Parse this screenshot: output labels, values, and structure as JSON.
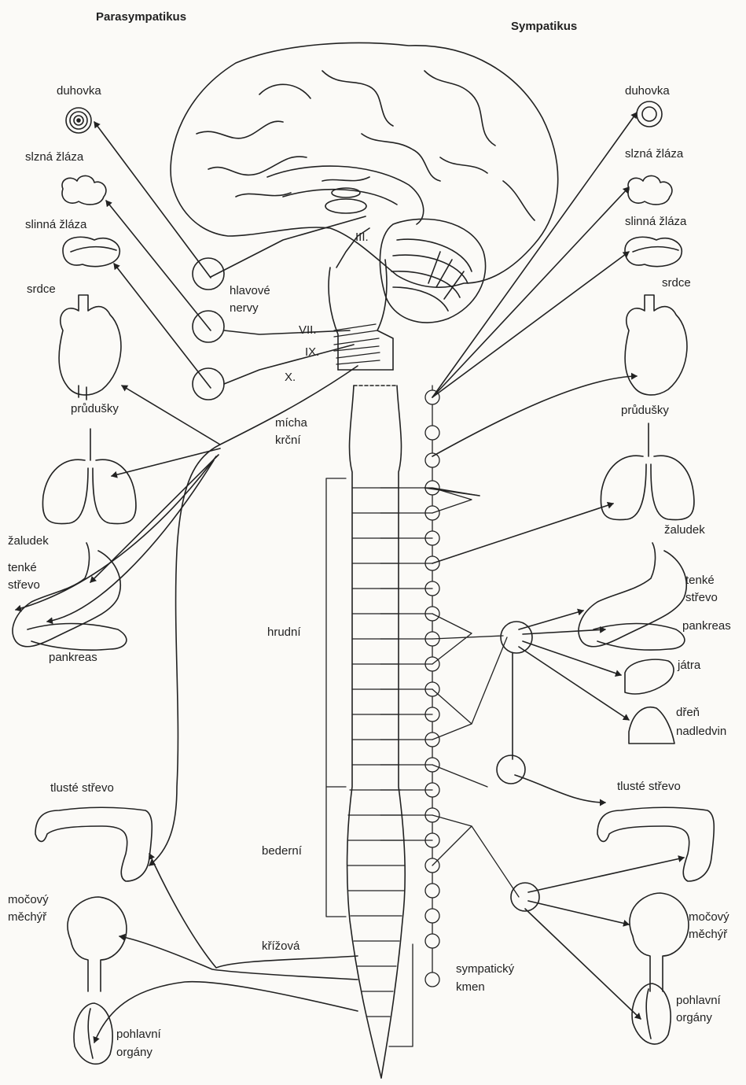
{
  "headers": {
    "left": "Parasympatikus",
    "right": "Sympatikus"
  },
  "cranial_nerves": {
    "III": "III.",
    "VII": "VII.",
    "IX": "IX.",
    "X": "X."
  },
  "labels": {
    "hlavove_nervy": [
      "hlavové",
      "nervy"
    ],
    "micha_krcni": [
      "mícha",
      "krční"
    ],
    "hrudni": "hrudní",
    "bederni": "bederní",
    "krizova": "křížová",
    "sympaticky_kmen": [
      "sympatický",
      "kmen"
    ]
  },
  "left_organs": {
    "duhovka": "duhovka",
    "slzna": "slzná žláza",
    "slinna": "slinná žláza",
    "srdce": "srdce",
    "prudusky": "průdušky",
    "zaludek": "žaludek",
    "tenke": [
      "tenké",
      "střevo"
    ],
    "pankreas": "pankreas",
    "tluste": "tlusté střevo",
    "mocovy": [
      "močový",
      "měchýř"
    ],
    "pohlavni": [
      "pohlavní",
      "orgány"
    ]
  },
  "right_organs": {
    "duhovka": "duhovka",
    "slzna": "slzná žláza",
    "slinna": "slinná žláza",
    "srdce": "srdce",
    "prudusky": "průdušky",
    "zaludek": "žaludek",
    "tenke": [
      "tenké",
      "střevo"
    ],
    "pankreas": "pankreas",
    "jatra": "játra",
    "dren": [
      "dřeň",
      "nadledvin"
    ],
    "tluste": "tlusté střevo",
    "mocovy": [
      "močový",
      "měchýř"
    ],
    "pohlavni": [
      "pohlavní",
      "orgány"
    ]
  }
}
